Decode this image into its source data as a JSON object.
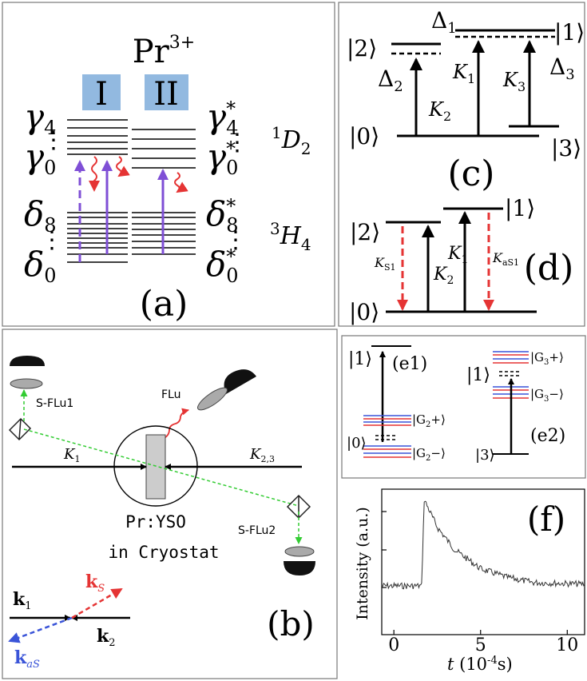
{
  "panel_a": {
    "ion": "Pr",
    "ion_sup": "3+",
    "site_1": "I",
    "site_2": "II",
    "gamma": "γ",
    "delta": "δ",
    "sub_4": "4",
    "sub_0": "0",
    "sub_8": "8",
    "star": "*",
    "upper_level": "D",
    "upper_level_sup": "1",
    "upper_level_sub": "2",
    "lower_level": "H",
    "lower_level_sup": "3",
    "lower_level_sub": "4",
    "label": "(a)"
  },
  "panel_c": {
    "ket_2": "|2⟩",
    "ket_1": "|1⟩",
    "ket_0": "|0⟩",
    "ket_3": "|3⟩",
    "delta_sym": "Δ",
    "delta_1_sub": "1",
    "delta_2_sub": "2",
    "delta_3_sub": "3",
    "k_sym": "K",
    "k1_sub": "1",
    "k2_sub": "2",
    "k3_sub": "3",
    "label": "(c)"
  },
  "panel_d": {
    "ket_2": "|2⟩",
    "ket_1": "|1⟩",
    "ket_0": "|0⟩",
    "k_sym": "K",
    "ks1_sub": "S1",
    "k1_sub": "1",
    "k2_sub": "2",
    "kas1_sub": "aS1",
    "label": "(d)"
  },
  "panel_b": {
    "s_flu1": "S-FLu1",
    "flu": "FLu",
    "s_flu2": "S-FLu2",
    "k1": "K",
    "k1_sub": "1",
    "k23": "K",
    "k23_sub": "2,3",
    "sample": "Pr:YSO",
    "cryostat": "in Cryostat",
    "vec_k1": "k",
    "vec_k1_sub": "1",
    "vec_ks": "k",
    "vec_ks_sub": "S",
    "vec_kas": "k",
    "vec_kas_sub": "aS",
    "vec_k2": "k",
    "vec_k2_sub": "2",
    "label": "(b)"
  },
  "panel_e": {
    "e1_ket1": "|1⟩",
    "e1_label": "(e1)",
    "e1_ket0": "|0⟩",
    "g2_plus": "|G",
    "g2_plus_sub": "2",
    "g2_plus_end": "+⟩",
    "g2_minus": "|G",
    "g2_minus_sub": "2",
    "g2_minus_end": "−⟩",
    "e2_ket1": "|1⟩",
    "e2_ket3": "|3⟩",
    "e2_label": "(e2)",
    "g3_plus": "|G",
    "g3_plus_sub": "3",
    "g3_plus_end": "+⟩",
    "g3_minus": "|G",
    "g3_minus_sub": "3",
    "g3_minus_end": "−⟩"
  },
  "panel_f": {
    "label": "(f)",
    "ylabel": "Intensity (a.u.)",
    "xlabel_t": "t",
    "xlabel_unit": " (10",
    "xlabel_exp": "-4",
    "xlabel_end": "s)",
    "x_ticks": [
      "0",
      "5",
      "10"
    ]
  },
  "chart_data": {
    "type": "line",
    "xlabel": "t (10-4 s)",
    "ylabel": "Intensity (a.u.)",
    "xlim": [
      -0.7,
      11
    ],
    "series": [
      {
        "x": [
          -0.7,
          1.6,
          1.75,
          2.5,
          3.5,
          5,
          6.5,
          8,
          11
        ],
        "y": [
          0,
          0,
          1.0,
          0.68,
          0.42,
          0.2,
          0.1,
          0.04,
          0.02
        ]
      }
    ],
    "grid": false
  },
  "colors": {
    "purple": "#7f4fd6",
    "red": "#e53434",
    "green": "#33cc33",
    "blue": "#3a54d8",
    "site_box": "#92b9e0"
  }
}
